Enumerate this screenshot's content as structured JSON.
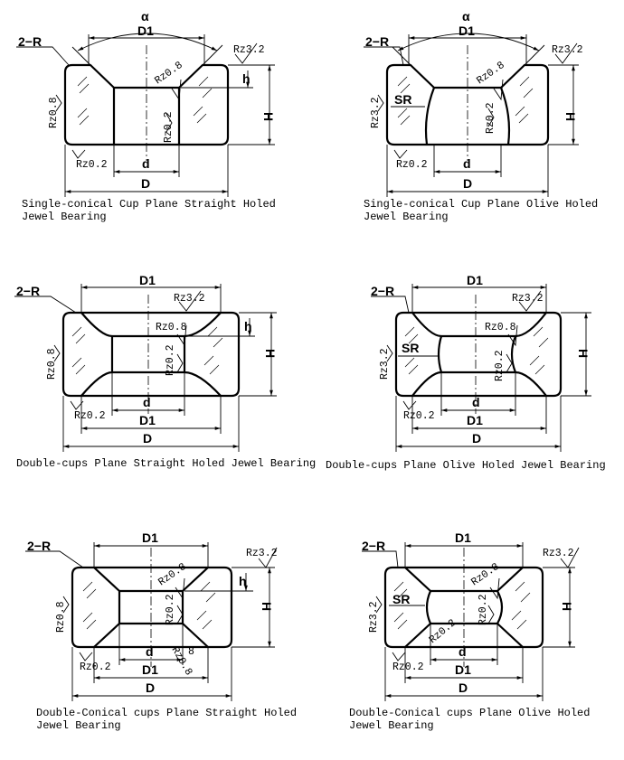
{
  "sym": {
    "two_r": "2−R",
    "sr": "SR",
    "d1": "D1",
    "d": "d",
    "dd": "D",
    "h": "h",
    "hh": "H",
    "alpha": "α",
    "rz32": "Rz3.2",
    "rz08": "Rz0.8",
    "rz02": "Rz0.2",
    "rz0dot2": "Rz0.2",
    "eight": "8"
  },
  "captions": {
    "c1_l1": "Single-conical Cup Plane Straight Holed",
    "c1_l2": "Jewel Bearing",
    "c2_l1": "Single-conical Cup Plane Olive Holed",
    "c2_l2": "Jewel Bearing",
    "c3": "Double-cups Plane Straight Holed Jewel Bearing",
    "c4": "Double-cups Plane Olive Holed Jewel Bearing",
    "c5_l1": "Double-Conical cups Plane Straight Holed",
    "c5_l2": "Jewel Bearing",
    "c6_l1": "Double-Conical cups Plane Olive Holed",
    "c6_l2": "Jewel Bearing"
  }
}
